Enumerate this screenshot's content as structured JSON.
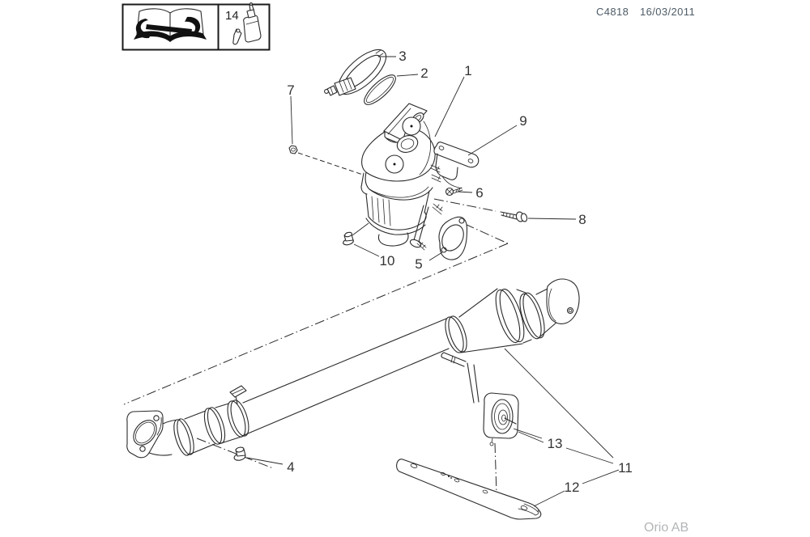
{
  "header": {
    "drawing_code": "C4818",
    "date": "16/03/2011"
  },
  "legend": {
    "manual_icon": "open-book-wrench-icon",
    "sealant_box_number": "14",
    "sealant_icon": "glue-bottle-icon"
  },
  "callouts": {
    "part_1": "1",
    "part_2": "2",
    "part_3": "3",
    "part_4": "4",
    "part_5": "5",
    "part_6": "6",
    "part_7": "7",
    "part_8": "8",
    "part_9": "9",
    "part_10": "10",
    "part_11": "11",
    "part_12": "12",
    "part_13": "13"
  },
  "footer": {
    "credit": "Orio AB"
  },
  "colors": {
    "line": "#2a2a2a",
    "callout_text": "#333333",
    "header_text": "#4e5b66",
    "footer_text": "#b3b5b7",
    "background": "#ffffff"
  }
}
